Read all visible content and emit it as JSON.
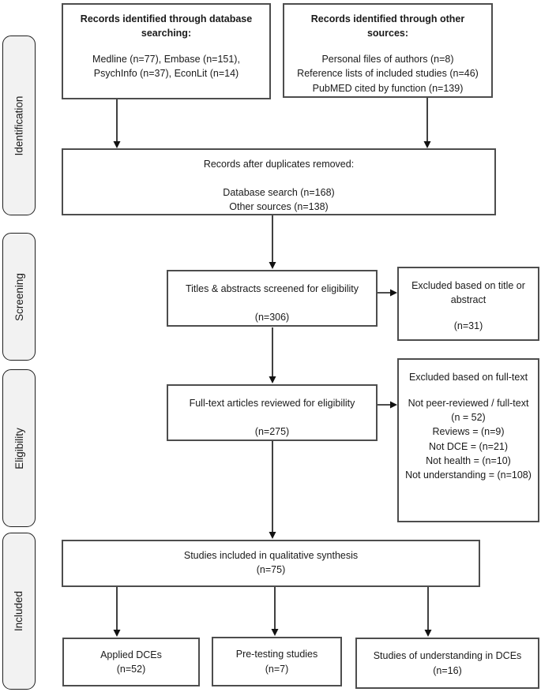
{
  "colors": {
    "background": "#ffffff",
    "box_border": "#4d4d4d",
    "sidebar_border": "#1f1f1f",
    "sidebar_fill": "#f2f2f2",
    "arrow": "#111111",
    "text": "#1a1a1a"
  },
  "sidebar": {
    "identification": "Identification",
    "screening": "Screening",
    "eligibility": "Eligibility",
    "included": "Included"
  },
  "boxes": {
    "database_search": {
      "title": "Records identified through database searching:",
      "lines": [
        "Medline (n=77), Embase (n=151),",
        "PsychInfo (n=37), EconLit (n=14)"
      ]
    },
    "other_sources": {
      "title": "Records identified through other sources:",
      "lines": [
        "Personal files of authors (n=8)",
        "Reference lists of included studies (n=46)",
        "PubMED cited by function (n=139)"
      ]
    },
    "duplicates_removed": {
      "title": "Records after duplicates removed:",
      "lines": [
        "Database search (n=168)",
        "Other sources (n=138)"
      ]
    },
    "titles_screened": {
      "title": "Titles & abstracts screened for eligibility",
      "count": "(n=306)"
    },
    "excluded_title_abstract": {
      "title": "Excluded based on title or abstract",
      "count": "(n=31)"
    },
    "fulltext_reviewed": {
      "title": "Full-text articles reviewed for eligibility",
      "count": "(n=275)"
    },
    "excluded_fulltext": {
      "title": "Excluded based on full-text",
      "lines": [
        "Not peer-reviewed / full-text (n = 52)",
        "Reviews = (n=9)",
        "Not DCE = (n=21)",
        "Not health = (n=10)",
        "Not understanding = (n=108)"
      ]
    },
    "qualitative_synthesis": {
      "title": "Studies included in qualitative synthesis",
      "count": "(n=75)"
    },
    "applied_dces": {
      "title": "Applied DCEs",
      "count": "(n=52)"
    },
    "pretesting_studies": {
      "title": "Pre-testing studies",
      "count": "(n=7)"
    },
    "understanding_dces": {
      "title": "Studies of understanding in DCEs",
      "count": "(n=16)"
    }
  }
}
